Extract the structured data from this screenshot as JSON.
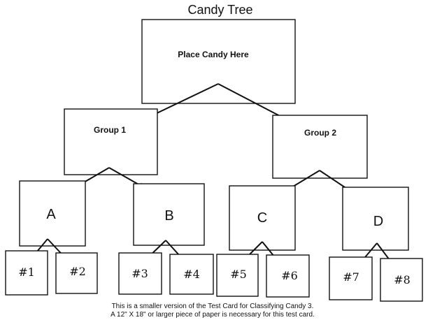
{
  "title": "Candy Tree",
  "root": {
    "label": "Place Candy Here"
  },
  "groups": [
    {
      "label": "Group 1"
    },
    {
      "label": "Group 2"
    }
  ],
  "subgroups": [
    {
      "label": "A"
    },
    {
      "label": "B"
    },
    {
      "label": "C"
    },
    {
      "label": "D"
    }
  ],
  "leaves": [
    {
      "label": "#1"
    },
    {
      "label": "#2"
    },
    {
      "label": "#3"
    },
    {
      "label": "#4"
    },
    {
      "label": "#5"
    },
    {
      "label": "#6"
    },
    {
      "label": "#7"
    },
    {
      "label": "#8"
    }
  ],
  "footnote": {
    "line1": "This is a smaller version of the Test Card for Classifying Candy 3.",
    "line2": "A 12\" X 18\" or larger piece of paper is necessary for this test card."
  },
  "colors": {
    "ink": "#111111",
    "background": "#ffffff"
  }
}
